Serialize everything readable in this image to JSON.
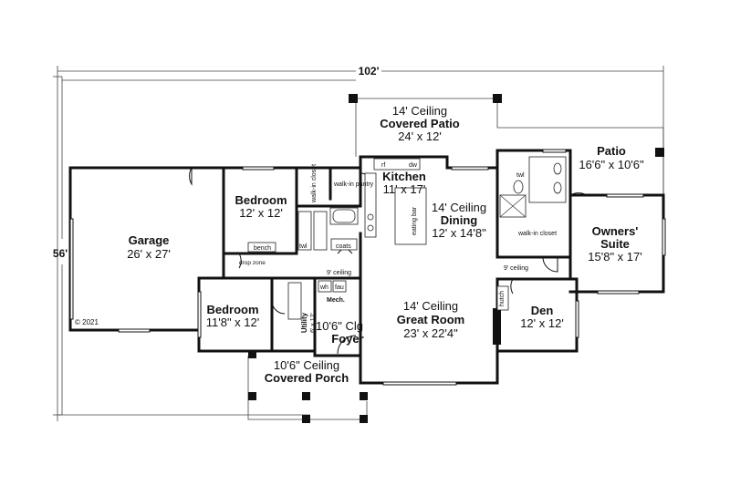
{
  "dimensions": {
    "width_label": "102'",
    "depth_label": "56'"
  },
  "rooms": {
    "covered_patio": {
      "line1": "14' Ceiling",
      "name": "Covered Patio",
      "size": "24' x 12'"
    },
    "patio": {
      "name": "Patio",
      "size": "16'6\" x 10'6\""
    },
    "kitchen": {
      "name": "Kitchen",
      "size": "11' x 17'"
    },
    "dining": {
      "line1": "14' Ceiling",
      "name": "Dining",
      "size": "12' x 14'8\""
    },
    "bedroom2": {
      "name": "Bedroom",
      "size": "12' x 12'"
    },
    "garage": {
      "name": "Garage",
      "size": "26' x 27'"
    },
    "owners_suite": {
      "name1": "Owners'",
      "name2": "Suite",
      "size": "15'8\" x 17'"
    },
    "great_room": {
      "line1": "14' Ceiling",
      "name": "Great Room",
      "size": "23' x 22'4\""
    },
    "bedroom3": {
      "name": "Bedroom",
      "size": "11'8\" x 12'"
    },
    "den": {
      "name": "Den",
      "size": "12' x 12'"
    },
    "foyer": {
      "line1": "10'6\" Clg",
      "name": "Foyer"
    },
    "covered_porch": {
      "line1": "10'6\" Ceiling",
      "name": "Covered Porch"
    },
    "utility": {
      "name": "Utility",
      "size": "6' x 12'"
    }
  },
  "small_labels": {
    "walk_in_closet": "walk-in closet",
    "walk_in_pantry": "walk-in pantry",
    "eating_bar": "eating bar",
    "bench": "bench",
    "coats": "coats",
    "drop_zone": "drop zone",
    "twl_1": "twl",
    "twl_2": "twl",
    "nine_ceiling_1": "9' ceiling",
    "nine_ceiling_2": "9' ceiling",
    "mech": "Mech.",
    "wh": "wh",
    "fau": "fau",
    "owners_closet": "walk-in closet",
    "hutch": "hutch",
    "ref": "rf",
    "dw": "dw"
  },
  "copyright": "© 2021"
}
